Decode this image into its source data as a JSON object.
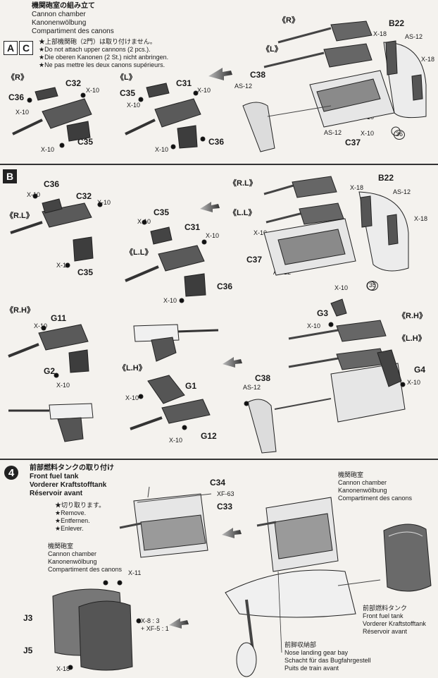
{
  "section_ac": {
    "title_jp": "機関砲室の組み立て",
    "title_en": "Cannon chamber",
    "title_de": "Kanonenwölbung",
    "title_fr": "Compartiment des canons",
    "label_a": "A",
    "label_c": "C",
    "notes": [
      "★上部機関砲（2門）は取り付けません。",
      "★Do not attach upper cannons (2 pcs.).",
      "★Die oberen Kanonen (2 St.) nicht anbringen.",
      "★Ne pas mettre les deux canons supérieurs."
    ],
    "r": "《R》",
    "l": "《L》",
    "parts": {
      "c32": "C32",
      "c36": "C36",
      "c35": "C35",
      "c31": "C31",
      "c38": "C38",
      "c37": "C37",
      "b22": "B22"
    },
    "x10": "X-10",
    "x18": "X-18",
    "as12": "AS-12",
    "n36": "36"
  },
  "section_b": {
    "label": "B",
    "rl": "《R.L》",
    "ll": "《L.L》",
    "rh": "《R.H》",
    "lh": "《L.H》",
    "parts": {
      "c36": "C36",
      "c32": "C32",
      "c35": "C35",
      "c31": "C31",
      "c37": "C37",
      "b22": "B22",
      "g11": "G11",
      "g2": "G2",
      "g1": "G1",
      "g12": "G12",
      "g3": "G3",
      "g4": "G4",
      "c38": "C38"
    },
    "x10": "X-10",
    "x18": "X-18",
    "as12": "AS-12",
    "n35": "35"
  },
  "step4": {
    "number": "4",
    "title_jp": "前部燃料タンクの取り付け",
    "title_en": "Front fuel tank",
    "title_de": "Vorderer Kraftstofftank",
    "title_fr": "Réservoir avant",
    "remove_jp": "★切り取ります。",
    "remove_en": "★Remove.",
    "remove_de": "★Entfernen.",
    "remove_fr": "★Enlever.",
    "chamber_jp": "機関砲室",
    "chamber_en": "Cannon chamber",
    "chamber_de": "Kanonenwölbung",
    "chamber_fr": "Compartiment des canons",
    "tank_jp": "前部燃料タンク",
    "tank_en": "Front fuel tank",
    "tank_de": "Vorderer Kraftstofftank",
    "tank_fr": "Réservoir avant",
    "gear_jp": "前脚収納部",
    "gear_en": "Nose landing gear bay",
    "gear_de": "Schacht für das Bugfahrgestell",
    "gear_fr": "Puits de train avant",
    "c34": "C34",
    "c33": "C33",
    "xf63": "XF-63",
    "x11": "X-11",
    "x8": "X-8 : 3",
    "xf5": "+ XF-5 : 1",
    "j3": "J3",
    "j5": "J5",
    "x18": "X-18"
  }
}
